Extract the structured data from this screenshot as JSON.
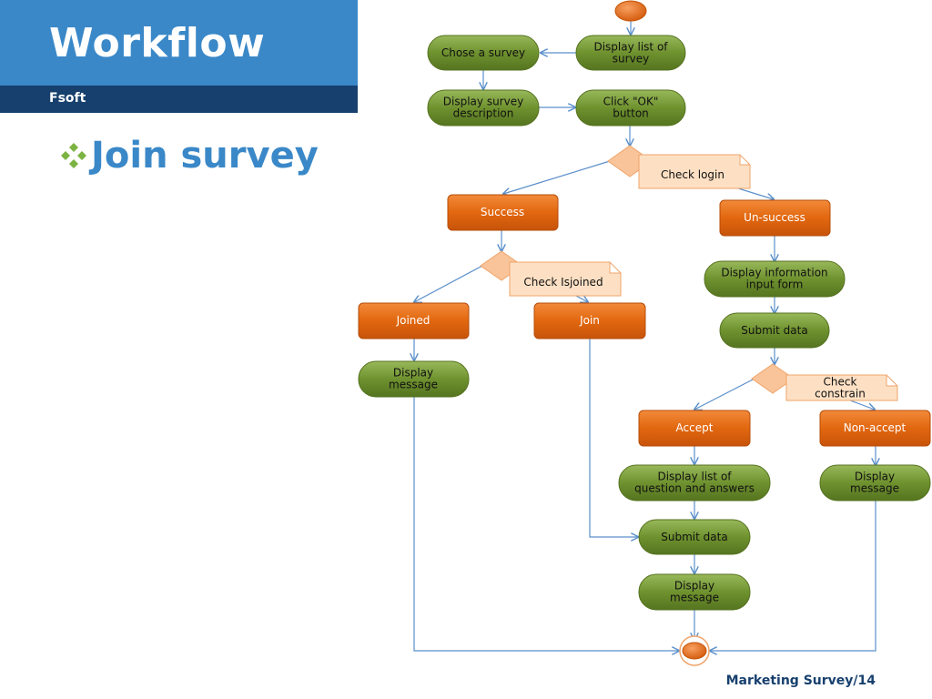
{
  "slide": {
    "title": "Workflow",
    "subtitle": "Fsoft",
    "bullet": "Join survey",
    "footer": "Marketing Survey/14"
  },
  "colors": {
    "title_bar": "#3a88c8",
    "sub_bar": "#17406e",
    "action_green": "#6d8f2e",
    "action_orange": "#e0670f",
    "decision": "#f9c49a",
    "note": "#fde0c4",
    "connector": "#5a8fca"
  },
  "diagram": {
    "nodes": [
      {
        "id": "start",
        "type": "start",
        "label": ""
      },
      {
        "id": "display_list",
        "type": "action",
        "label": "Display list of\nsurvey"
      },
      {
        "id": "chose_survey",
        "type": "action",
        "label": "Chose a survey"
      },
      {
        "id": "display_desc",
        "type": "action",
        "label": "Display survey\ndescription"
      },
      {
        "id": "click_ok",
        "type": "action",
        "label": "Click \"OK\"\nbutton"
      },
      {
        "id": "d_login",
        "type": "decision",
        "label": ""
      },
      {
        "id": "success",
        "type": "state",
        "label": "Success"
      },
      {
        "id": "unsuccess",
        "type": "state",
        "label": "Un-success"
      },
      {
        "id": "d_joined",
        "type": "decision",
        "label": ""
      },
      {
        "id": "joined",
        "type": "state",
        "label": "Joined"
      },
      {
        "id": "join",
        "type": "state",
        "label": "Join"
      },
      {
        "id": "msg_joined",
        "type": "action",
        "label": "Display\nmessage"
      },
      {
        "id": "info_form",
        "type": "action",
        "label": "Display information\ninput form"
      },
      {
        "id": "submit1",
        "type": "action",
        "label": "Submit data"
      },
      {
        "id": "d_constrain",
        "type": "decision",
        "label": ""
      },
      {
        "id": "accept",
        "type": "state",
        "label": "Accept"
      },
      {
        "id": "nonaccept",
        "type": "state",
        "label": "Non-accept"
      },
      {
        "id": "qa_list",
        "type": "action",
        "label": "Display list of\nquestion and answers"
      },
      {
        "id": "msg_nonaccept",
        "type": "action",
        "label": "Display\nmessage"
      },
      {
        "id": "submit2",
        "type": "action",
        "label": "Submit data"
      },
      {
        "id": "msg_final",
        "type": "action",
        "label": "Display\nmessage"
      },
      {
        "id": "end",
        "type": "end",
        "label": ""
      }
    ],
    "notes": [
      {
        "id": "note_login",
        "label": "Check login"
      },
      {
        "id": "note_isjoined",
        "label": "Check Isjoined"
      },
      {
        "id": "note_constrain",
        "label": "Check\nconstrain"
      }
    ]
  }
}
